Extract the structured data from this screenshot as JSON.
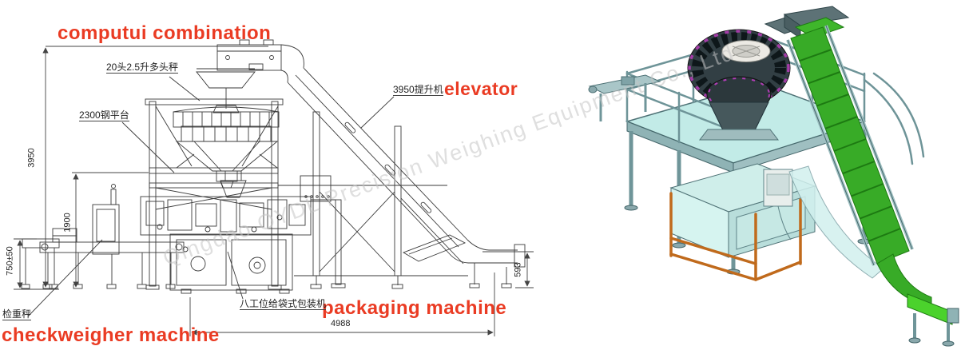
{
  "watermark": {
    "text": "Qingdao OYDL Precision Weighing Equipment Co., Ltd"
  },
  "drawing2d": {
    "labels": {
      "combination": "computui combination",
      "elevator": "elevator",
      "packaging": "packaging machine",
      "checkweigher": "checkweigher machine"
    },
    "annotations": {
      "multihead": "20头2.5升多头秤",
      "platform": "2300钢平台",
      "elevator": "3950提升机",
      "checkweigher": "检重秤",
      "packaging": "八工位给袋式包装机"
    },
    "dimensions": {
      "overall_height": "3950",
      "platform_height": "1900",
      "discharge_height": "750±50",
      "overall_length": "4988",
      "infeed_height": "593"
    }
  },
  "colors": {
    "label_red": "#ea3b23",
    "line": "#3a3a3a",
    "watermark": "#c5c5c5",
    "steel": "#9fc0c2",
    "steel_dark": "#4f7276",
    "panel_cyan": "#c9f0ec",
    "belt_green": "#38ab27",
    "belt_green_bright": "#4bd22c",
    "accent_magenta": "#b03cb4",
    "frame_orange": "#c06a1c"
  }
}
